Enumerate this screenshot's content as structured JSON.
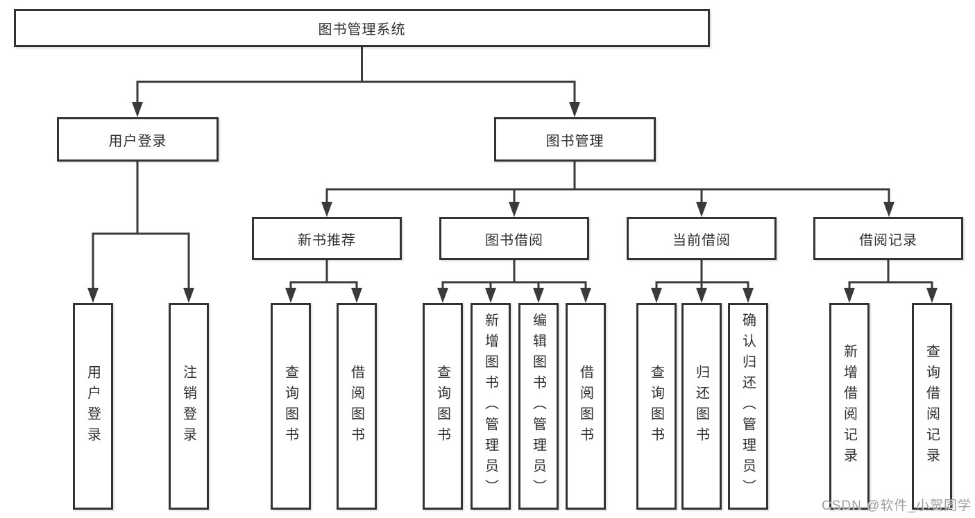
{
  "diagram": {
    "root": {
      "label": "图书管理系统"
    },
    "level2": [
      {
        "id": "user-login",
        "label": "用户登录"
      },
      {
        "id": "book-management",
        "label": "图书管理"
      }
    ],
    "level3": [
      {
        "id": "new-book-recommend",
        "parent": "图书管理",
        "label": "新书推荐"
      },
      {
        "id": "book-borrow",
        "parent": "图书管理",
        "label": "图书借阅"
      },
      {
        "id": "current-borrow",
        "parent": "图书管理",
        "label": "当前借阅"
      },
      {
        "id": "borrow-records",
        "parent": "图书管理",
        "label": "借阅记录"
      }
    ],
    "leaves": [
      {
        "parent": "用户登录",
        "label": "用户登录"
      },
      {
        "parent": "用户登录",
        "label": "注销登录"
      },
      {
        "parent": "新书推荐",
        "label": "查询图书"
      },
      {
        "parent": "新书推荐",
        "label": "借阅图书"
      },
      {
        "parent": "图书借阅",
        "label": "查询图书"
      },
      {
        "parent": "图书借阅",
        "label": "新增图书（管理员）"
      },
      {
        "parent": "图书借阅",
        "label": "编辑图书（管理员）"
      },
      {
        "parent": "图书借阅",
        "label": "借阅图书"
      },
      {
        "parent": "当前借阅",
        "label": "查询图书"
      },
      {
        "parent": "当前借阅",
        "label": "归还图书"
      },
      {
        "parent": "当前借阅",
        "label": "确认归还（管理员）"
      },
      {
        "parent": "借阅记录",
        "label": "新增借阅记录"
      },
      {
        "parent": "借阅记录",
        "label": "查询借阅记录"
      }
    ]
  },
  "watermark": {
    "text": "CSDN @软件_小贺同学"
  },
  "colors": {
    "line": "#3a3a3a",
    "box_border": "#333333",
    "text": "#2f2f2f",
    "watermark": "#9e9e9e",
    "background": "#ffffff"
  }
}
